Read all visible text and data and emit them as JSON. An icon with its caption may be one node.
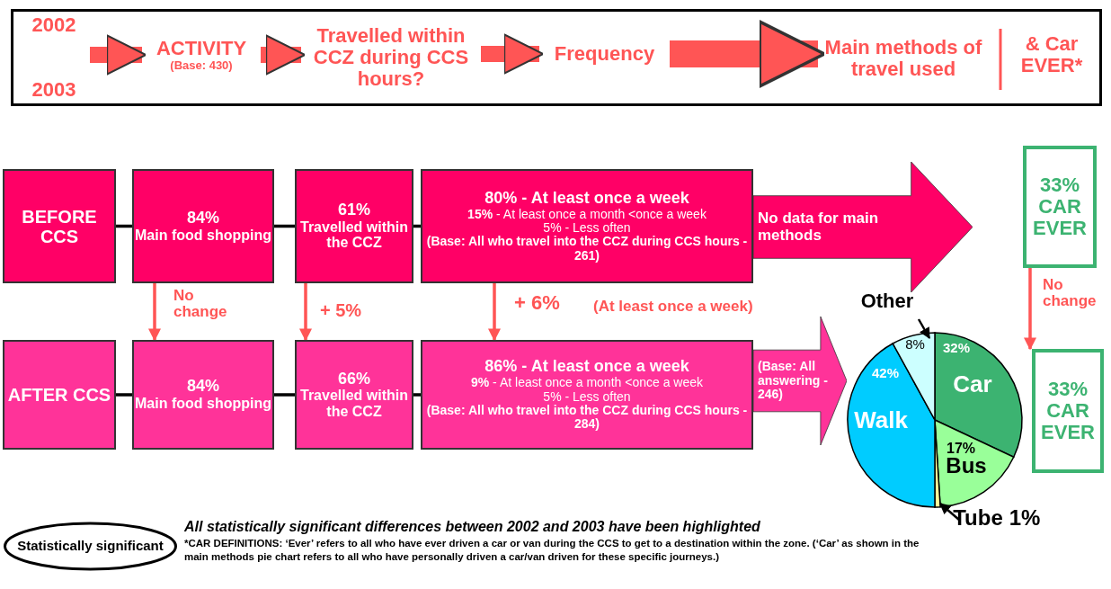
{
  "diagram": {
    "nodes": [
      {
        "text": [],
        "shape": "box"
      },
      {
        "text": [
          "2002",
          "2003"
        ],
        "in": 0
      },
      {
        "text": [
          "ACTIVITY",
          "(Base: 430)"
        ],
        "in": 0
      },
      {
        "text": [
          "Travelled within CCZ during CCS hours?"
        ],
        "in": 0
      },
      {
        "text": [
          "Frequency"
        ],
        "in": 0
      },
      {
        "text": [
          "Main methods of travel used"
        ],
        "in": 0
      },
      {
        "text": [
          "& Car EVER*"
        ],
        "in": 0
      },
      {
        "text": [
          "BEFORE CCS"
        ]
      },
      {
        "text": [
          "84%",
          "Main food shopping"
        ]
      },
      {
        "text": [
          "61%",
          "Travelled within the CCZ"
        ]
      },
      {
        "text": [
          "80% - At least once a week",
          "**15%** - At least once a month <once a week",
          "5% - Less often",
          "(Base: All who travel into the CCZ during CCS hours - 261)"
        ]
      },
      {
        "text": [
          "No data for main methods"
        ]
      },
      {
        "text": [
          "33% CAR EVER"
        ]
      },
      {
        "text": [
          "AFTER CCS"
        ]
      },
      {
        "text": [
          "84%",
          "Main food shopping"
        ]
      },
      {
        "text": [
          "66%",
          "Travelled within the CCZ"
        ]
      },
      {
        "text": [
          "86% - At least once a week",
          "**9%** - At least once a month <once a week",
          "5% - Less often",
          "(Base: All who travel into the CCZ during CCS hours - 284)"
        ]
      },
      {
        "text": [
          "(Base: All answering - 246)"
        ]
      },
      {
        "text": [
          "33% CAR EVER"
        ]
      },
      {
        "text": [
          "Statistically significant"
        ]
      }
    ],
    "edges": [
      {
        "from": 1,
        "to": 2,
        "arrow": "to",
        "style": "thick"
      },
      {
        "from": 2,
        "to": 3,
        "arrow": "to",
        "style": "thick"
      },
      {
        "from": 3,
        "to": 4,
        "arrow": "to",
        "style": "thick"
      },
      {
        "from": 4,
        "to": 5,
        "arrow": "to",
        "style": "thick"
      },
      {
        "from": 7,
        "to": 8,
        "arrow": "none",
        "color": "#000000"
      },
      {
        "from": 8,
        "to": 9,
        "arrow": "none",
        "color": "#000000"
      },
      {
        "from": 9,
        "to": 10,
        "arrow": "none",
        "color": "#000000"
      },
      {
        "from": 13,
        "to": 14,
        "arrow": "none",
        "color": "#000000"
      },
      {
        "from": 14,
        "to": 15,
        "arrow": "none",
        "color": "#000000"
      },
      {
        "from": 15,
        "to": 16,
        "arrow": "none",
        "color": "#000000"
      },
      {
        "from": 8,
        "to": 14,
        "arrow": "to",
        "label": "No change"
      },
      {
        "from": 9,
        "to": 15,
        "arrow": "to",
        "label": "+ 5%"
      },
      {
        "from": 10,
        "to": 16,
        "arrow": "to",
        "label": "+ 6%"
      },
      {
        "from": 12,
        "to": 18,
        "arrow": "to",
        "label": "No change"
      }
    ],
    "labels": [
      "(At least once a week)",
      "All statistically significant differences between 2002 and 2003 have been highlighted",
      "*CAR DEFINITIONS: ‘Ever’ refers to all who have ever driven a car or van during the CCS to get to a destination within the zone. (‘Car’ as shown in the main methods pie chart refers to all who have personally driven a car/van driven for these specific journeys.)"
    ],
    "chart_data": {
      "type": "pie",
      "categories": [
        "Car",
        "Bus",
        "Tube",
        "Walk",
        "Other"
      ],
      "values": [
        32,
        17,
        1,
        42,
        8
      ],
      "value_labels": [
        "32%",
        "17%",
        "1%",
        "42%",
        "8%"
      ],
      "data_labels": true
    }
  }
}
